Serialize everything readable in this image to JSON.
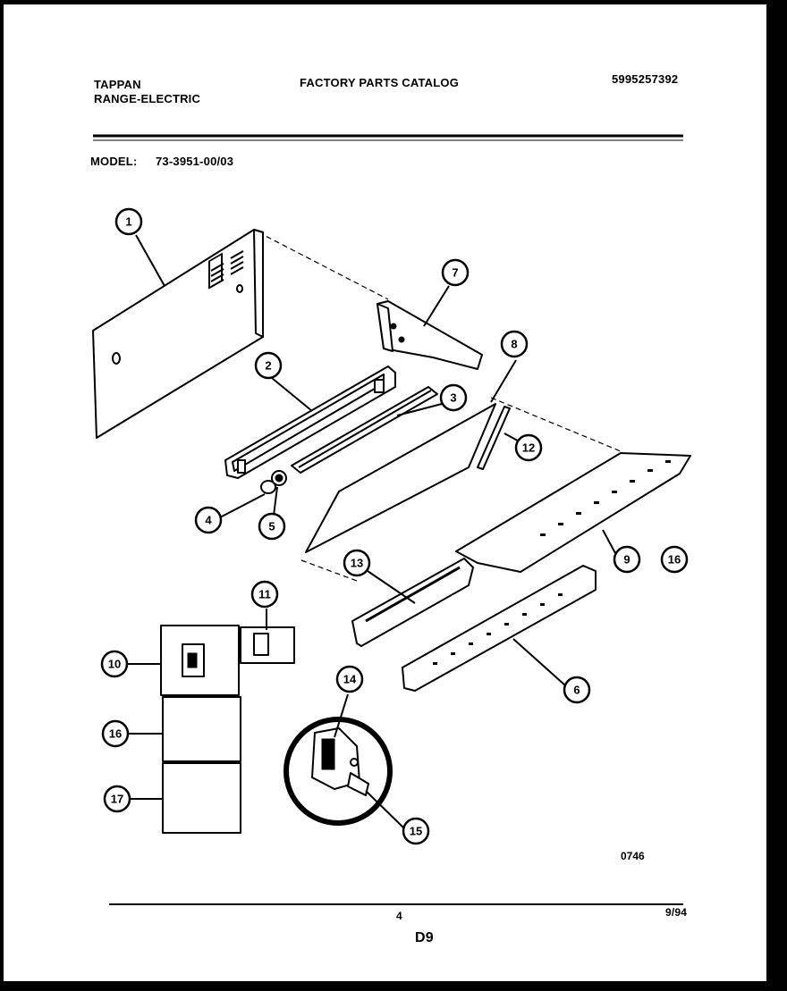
{
  "header": {
    "brand": "TAPPAN",
    "product": "RANGE-ELECTRIC",
    "catalog_title": "FACTORY PARTS CATALOG",
    "catalog_number": "5995257392",
    "model_label": "MODEL:",
    "model_value": "73-3951-00/03"
  },
  "diagram": {
    "callouts": [
      "1",
      "2",
      "3",
      "4",
      "5",
      "6",
      "7",
      "8",
      "9",
      "10",
      "11",
      "12",
      "13",
      "14",
      "15",
      "16",
      "17",
      "6",
      "16"
    ],
    "drawing_number": "0746"
  },
  "footer": {
    "page_number": "4",
    "date": "9/94",
    "section": "D9"
  }
}
